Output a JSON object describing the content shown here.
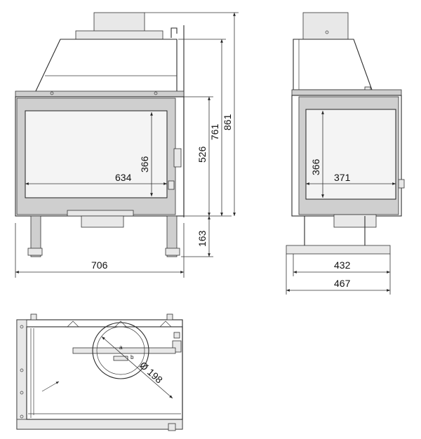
{
  "front_view": {
    "dim_width": "706",
    "dim_glass_width": "634",
    "dim_glass_height": "366",
    "dim_body_height": "526",
    "dim_leg_height": "163",
    "dim_to_top": "761",
    "dim_total_height": "861"
  },
  "side_view": {
    "dim_glass_height": "366",
    "dim_glass_depth": "371",
    "dim_base_depth": "432",
    "dim_total_depth": "467"
  },
  "top_view": {
    "dim_flue_diameter": "Ø 198",
    "marker_a": "a",
    "marker_b": "b"
  },
  "colors": {
    "line": "#2a2a2a",
    "glass": "#f4f4f4",
    "shade": "#cfcfcf"
  }
}
